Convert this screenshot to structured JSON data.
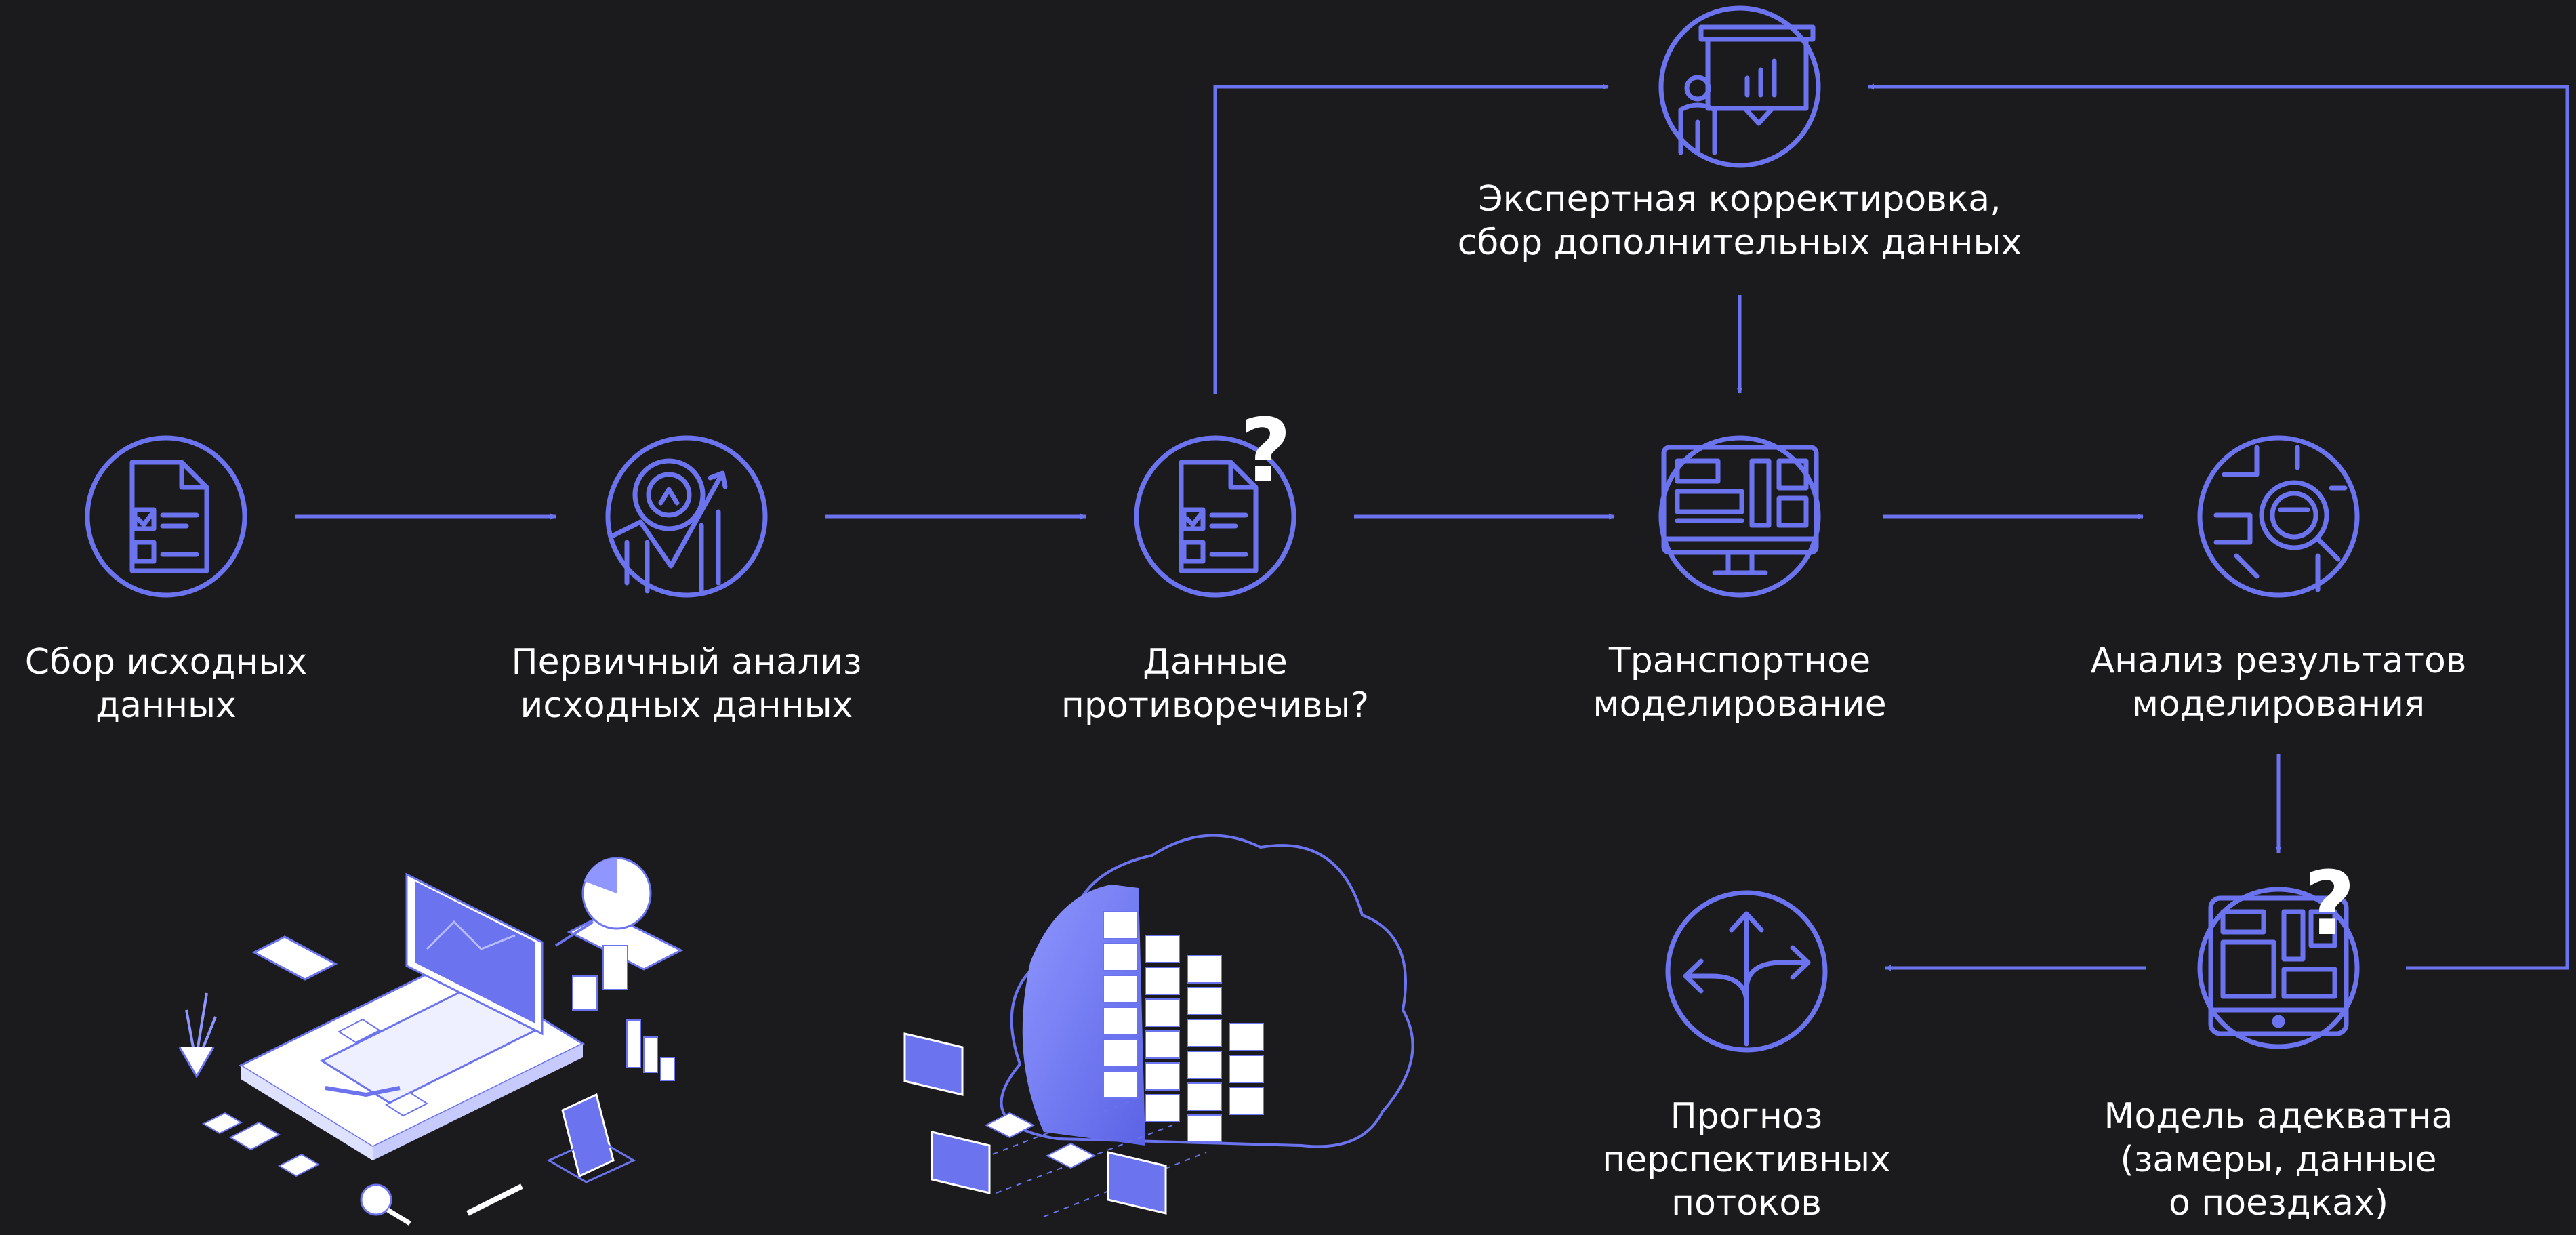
{
  "colors": {
    "background": "#1b1b1d",
    "accent": "#6b73ee",
    "text": "#ffffff"
  },
  "nodes": {
    "collect": {
      "lines": [
        "Сбор исходных",
        "данных"
      ],
      "icon": "document-checklist-icon"
    },
    "primary": {
      "lines": [
        "Первичный анализ",
        "исходных данных"
      ],
      "icon": "growth-analysis-icon"
    },
    "conflict": {
      "lines": [
        "Данные",
        "противоречивы?"
      ],
      "icon": "document-checklist-icon",
      "mark": "?"
    },
    "expert": {
      "lines": [
        "Экспертная корректировка,",
        "сбор дополнительных данных"
      ],
      "icon": "presentation-icon"
    },
    "transport": {
      "lines": [
        "Транспортное",
        "моделирование"
      ],
      "icon": "monitor-map-icon"
    },
    "results": {
      "lines": [
        "Анализ результатов",
        "моделирования"
      ],
      "icon": "map-magnifier-icon"
    },
    "adequate": {
      "lines": [
        "Модель адекватна",
        "(замеры, данные",
        "о поездках)"
      ],
      "icon": "tablet-map-icon",
      "mark": "?"
    },
    "forecast": {
      "lines": [
        "Прогноз",
        "перспективных",
        "потоков"
      ],
      "icon": "branching-arrows-icon"
    }
  },
  "illustrations": [
    "laptop-analytics-illustration",
    "cloud-server-illustration"
  ]
}
